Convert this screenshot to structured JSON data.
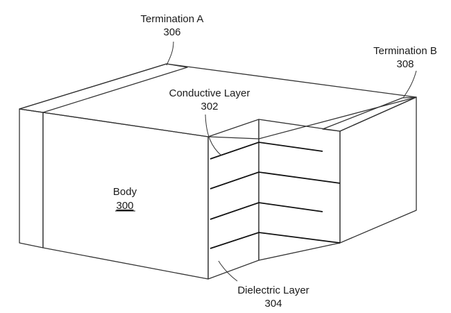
{
  "figure": {
    "labels": {
      "termination_a": {
        "name": "Termination A",
        "number": "306"
      },
      "termination_b": {
        "name": "Termination B",
        "number": "308"
      },
      "conductive_layer": {
        "name": "Conductive Layer",
        "number": "302"
      },
      "body": {
        "name": "Body",
        "number": "300"
      },
      "dielectric_layer": {
        "name": "Dielectric Layer",
        "number": "304"
      }
    },
    "conductive_layer_count": 4,
    "colors": {
      "line": "#333333",
      "body_fill": "#d3d3d3",
      "background": "#ffffff"
    }
  }
}
